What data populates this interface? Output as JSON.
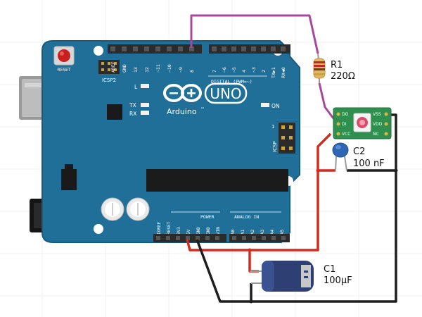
{
  "board": {
    "model": "UNO",
    "brand": "Arduino",
    "trademark": "™",
    "reset_label": "RESET",
    "icsp2_label": "ICSP2",
    "icsp_label": "ICSP",
    "l_label": "L",
    "tx_label": "TX",
    "rx_label": "RX",
    "on_label": "ON",
    "one_label": "1",
    "digital_label": "DIGITAL (PWM=~)",
    "power_label": "POWER",
    "analog_label": "ANALOG IN",
    "top_pins_left": [
      "AREF",
      "GND",
      "13",
      "12",
      "~11",
      "~10",
      "~9",
      "8"
    ],
    "top_pins_right": [
      "7",
      "~6",
      "~5",
      "4",
      "~3",
      "2",
      "TX▶1",
      "RX◀0"
    ],
    "power_pins": [
      "IOREF",
      "RESET",
      "3V3",
      "5V",
      "GND",
      "GND",
      "VIN"
    ],
    "analog_pins": [
      "A0",
      "A1",
      "A2",
      "A3",
      "A4",
      "A5"
    ]
  },
  "components": {
    "r1": {
      "name": "R1",
      "value": "220Ω"
    },
    "c2": {
      "name": "C2",
      "value": "100 nF"
    },
    "c1": {
      "name": "C1",
      "value": "100μF"
    },
    "led": {
      "pins_left": [
        "DO",
        "DI",
        "VCC"
      ],
      "pins_right": [
        "VSS",
        "VDD",
        "NC"
      ]
    }
  },
  "colors": {
    "board": "#1f6f99",
    "board_edge": "#185a7c",
    "header": "#2b2b2b",
    "wire_signal": "#a8489c",
    "wire_power": "#d52b1e",
    "wire_ground": "#1e1e1e",
    "led_board": "#2f8f4e",
    "c2_body": "#2f66b3",
    "c1_body": "#2d3f73"
  }
}
